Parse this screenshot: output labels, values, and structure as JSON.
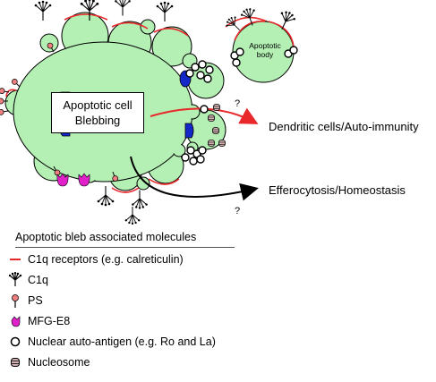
{
  "diagram": {
    "center_label": [
      "Apoptotic cell",
      "Blebbing"
    ],
    "body_label": [
      "Apoptotic",
      "body"
    ],
    "outcomes": [
      {
        "text": "Dendritic cells/Auto-immunity",
        "arrow_color": "#e8282b"
      },
      {
        "text": "Efferocytosis/Homeostasis",
        "arrow_color": "#000000"
      }
    ],
    "question_mark": "?"
  },
  "legend": {
    "title": "Apoptotic bleb associated molecules",
    "items": [
      {
        "icon": "red-line-icon",
        "label": "C1q receptors (e.g. calreticulin)"
      },
      {
        "icon": "c1q-bouquet-icon",
        "label": "C1q"
      },
      {
        "icon": "ps-lollipop-icon",
        "label": "PS"
      },
      {
        "icon": "mfg-e8-icon",
        "label": "MFG-E8"
      },
      {
        "icon": "hollow-circle-icon",
        "label": "Nuclear auto-antigen (e.g. Ro and La)"
      },
      {
        "icon": "nucleosome-icon",
        "label": "Nucleosome"
      }
    ]
  },
  "colors": {
    "cell_fill": "#b4f0b4",
    "c1q_receptor": "#e8282b",
    "nucleus": "#1428c8",
    "mfg_e8": "#e020c8",
    "ps_head": "#f08080",
    "nucleosome": "#d0b0b0"
  }
}
